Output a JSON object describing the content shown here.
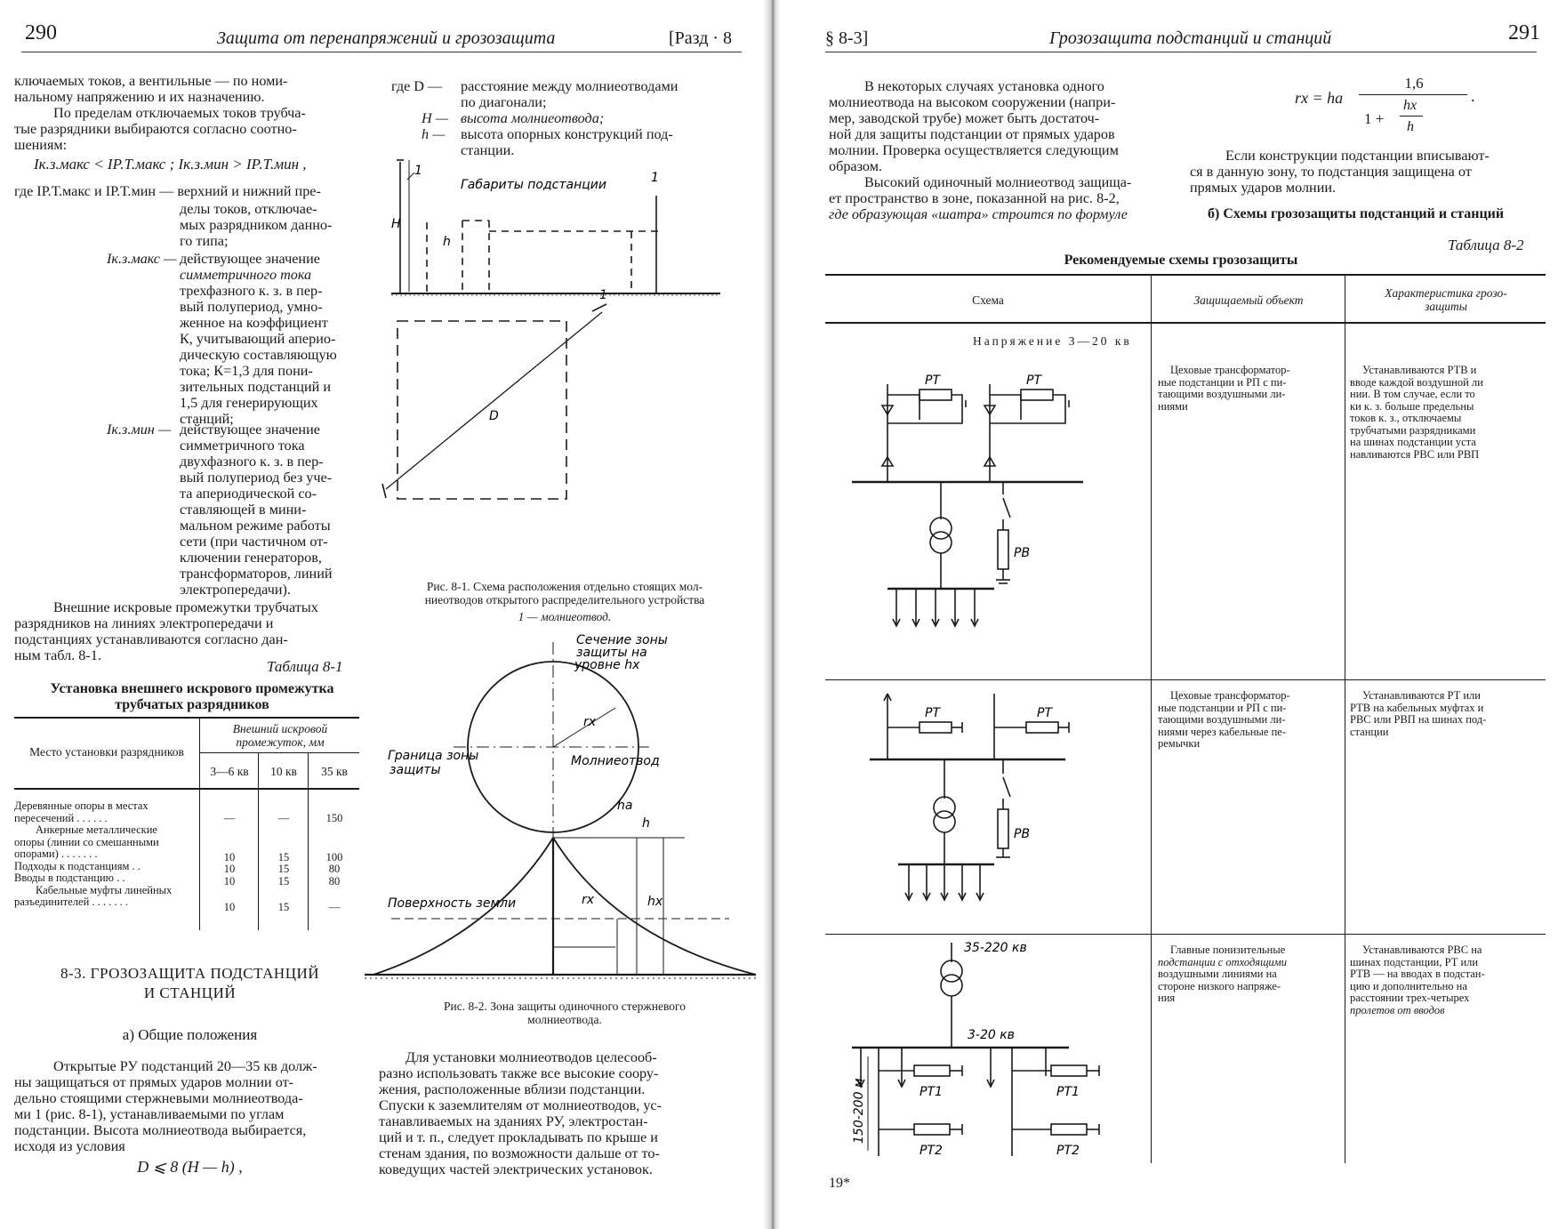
{
  "left": {
    "page_number": "290",
    "running_title": "Защита от перенапряжений и грозозащита",
    "section_tag": "[Разд · 8",
    "intro_lines": [
      "ключаемых токов, а вентильные — по номи-",
      "нальному напряжению и их назначению."
    ],
    "para1": [
      "По пределам отключаемых токов трубча-",
      "тые разрядники выбираются согласно соотно-",
      "шениям:"
    ],
    "formula1": "Iк.з.макс < IР.Т.макс ;   Iк.з.мин > IР.Т.мин ,",
    "where1_head": "где IР.Т.макс и IР.Т.мин — верхний и нижний пре-",
    "where1_lines": [
      "делы токов, отключае-",
      "мых разрядником данно-",
      "го типа;"
    ],
    "def_kz_max_label": "Iк.з.макс —",
    "def_kz_max_lines": [
      "действующее значение",
      "симметричного тока",
      "трехфазного к. з. в пер-",
      "вый полупериод, умно-",
      "женное на коэффициент",
      "К, учитывающий аперио-",
      "дическую составляющую",
      "тока; К=1,3 для пони-",
      "зительных подстанций и",
      "1,5 для генерирующих",
      "станций;"
    ],
    "def_kz_min_label": "Iк.з.мин —",
    "def_kz_min_lines": [
      "действующее значение",
      "симметричного тока",
      "двухфазного к. з. в пер-",
      "вый полупериод без уче-",
      "та апериодической со-",
      "ставляющей в мини-",
      "мальном режиме работы",
      "сети (при частичном от-",
      "ключении генераторов,",
      "трансформаторов, линий",
      "электропередачи)."
    ],
    "para2": [
      "Внешние искровые промежутки трубчатых",
      "разрядников на линиях электропередачи и",
      "подстанциях устанавливаются согласно дан-",
      "ным табл. 8-1."
    ],
    "table1": {
      "label": "Таблица 8-1",
      "title_lines": [
        "Установка внешнего искрового промежутка",
        "трубчатых разрядников"
      ],
      "col_place": "Место установки разрядников",
      "col_group": "Внешний искровой промежуток, мм",
      "cols": [
        "3—6 кв",
        "10 кв",
        "35 кв"
      ],
      "rows": [
        {
          "place": [
            "Деревянные опоры в местах",
            "пересечений . . . . . ."
          ],
          "v": [
            "—",
            "—",
            "150"
          ]
        },
        {
          "place": [
            "Анкерные металлические",
            "опоры (линии со смешанными",
            "опорами) . . . . . . ."
          ],
          "v": [
            "10",
            "15",
            "100"
          ]
        },
        {
          "place": [
            "Подходы к подстанциям . ."
          ],
          "v": [
            "10",
            "15",
            "80"
          ]
        },
        {
          "place": [
            "Вводы в подстанцию . ."
          ],
          "v": [
            "10",
            "15",
            "80"
          ]
        },
        {
          "place": [
            "Кабельные муфты линейных",
            "разъединителей . . . . . . ."
          ],
          "v": [
            "10",
            "15",
            "—"
          ]
        }
      ]
    },
    "section_heading": [
      "8-3. ГРОЗОЗАЩИТА ПОДСТАНЦИЙ",
      "И СТАНЦИЙ"
    ],
    "subheading": "а) Общие положения",
    "para3": [
      "Открытые РУ подстанций 20—35 кв долж-",
      "ны защищаться от прямых ударов молнии от-",
      "дельно стоящими стержневыми молниеотвода-",
      "ми 1 (рис. 8-1), устанавливаемыми по углам",
      "подстанции. Высота молниеотвода выбирается,",
      "исходя из условия"
    ],
    "formula2": "D ⩽ 8 (H — h) ,",
    "col2_where_head": "где D —",
    "col2_defs": [
      {
        "sym": "где D —",
        "text": [
          "расстояние между молниеотводами",
          "по диагонали;"
        ]
      },
      {
        "sym": "H —",
        "text": [
          "высота молниеотвода;"
        ]
      },
      {
        "sym": "h —",
        "text": [
          "высота опорных конструкций под-",
          "станции."
        ]
      }
    ],
    "fig1": {
      "label_gabarity": "Габариты подстанции",
      "label_1": "1",
      "label_H": "H",
      "label_h": "h",
      "label_D": "D",
      "caption": [
        "Рис. 8-1. Схема расположения отдельно стоящих мол-",
        "ниеотводов открытого распределительного устройства",
        "1 — молниеотвод."
      ]
    },
    "fig2": {
      "label_section": [
        "Сечение зоны",
        "защиты на",
        "уровне hx"
      ],
      "label_rx_top": "rx",
      "label_granica": [
        "Граница зоны",
        "защиты"
      ],
      "label_molnieotvod": "Молниеотвод",
      "label_ha": "ha",
      "label_h": "h",
      "label_hx": "hx",
      "label_rx": "rx",
      "label_poverhnost": "Поверхность земли",
      "caption": [
        "Рис. 8-2. Зона защиты одиночного стержневого",
        "молниеотвода."
      ]
    },
    "para4": [
      "Для установки молниеотводов целесооб-",
      "разно использовать также все высокие соору-",
      "жения, расположенные вблизи подстанции.",
      "Спуски к заземлителям от молниеотводов, ус-",
      "танавливаемых на зданиях РУ, электростан-",
      "ций и т. п., следует прокладывать по крыше и",
      "стенам здания, по возможности дальше от то-",
      "коведущих частей электрических установок."
    ]
  },
  "right": {
    "page_number": "291",
    "section_tag": "§ 8-3]",
    "running_title": "Грозозащита подстанций и станций",
    "para1": [
      "В некоторых случаях установка одного",
      "молниеотвода на высоком сооружении (напри-",
      "мер, заводской трубе) может быть достаточ-",
      "ной для защиты подстанции от прямых ударов",
      "молнии. Проверка осуществляется следующим",
      "образом."
    ],
    "para2": [
      "Высокий одиночный молниеотвод защища-",
      "ет пространство в зоне, показанной на рис. 8-2,",
      "где образующая «шатра» строится по формуле"
    ],
    "formula": {
      "lhs": "rx = ha",
      "num": "1,6",
      "den_a": "1 +",
      "den_num": "hx",
      "den_den": "h",
      "tail": "."
    },
    "para3": [
      "Если конструкции подстанции вписывают-",
      "ся в данную зону, то подстанция защищена от",
      "прямых ударов молнии."
    ],
    "subheading": "б) Схемы грозозащиты подстанций и станций",
    "table2": {
      "label": "Таблица 8-2",
      "title": "Рекомендуемые схемы грозозащиты",
      "col_scheme": "Схема",
      "col_object": "Защищаемый объект",
      "col_char": [
        "Характеристика грозо-",
        "защиты"
      ],
      "voltage_row": "Напряжение 3—20 кв",
      "rows": [
        {
          "object": [
            "Цеховые трансформатор-",
            "ные подстанции и РП с пи-",
            "тающими воздушными ли-",
            "ниями"
          ],
          "char": [
            "Устанавливаются РТВ и",
            "вводе каждой воздушной ли",
            "нии. В том случае, если то",
            "ки к. з. больше предельны",
            "токов к. з., отключаемы",
            "трубчатыми разрядниками",
            "на шинах подстанции уста",
            "навливаются РВС или РВП"
          ],
          "labels": [
            "РТ",
            "РТ",
            "РВ"
          ]
        },
        {
          "object": [
            "Цеховые трансформатор-",
            "ные подстанции и РП с пи-",
            "тающими воздушными ли-",
            "ниями через кабельные пе-",
            "ремычки"
          ],
          "char": [
            "Устанавливаются РТ или",
            "РТВ на кабельных муфтах и",
            "РВС или РВП на шинах под-",
            "станции"
          ],
          "labels": [
            "РТ",
            "РТ",
            "РВ"
          ]
        },
        {
          "object": [
            "Главные понизительные",
            "подстанции с отходящими",
            "воздушными линиями на",
            "стороне низкого напряже-",
            "ния"
          ],
          "char": [
            "Устанавливаются РВС на",
            "шинах подстанции, РТ или",
            "РТВ — на вводах в подстан-",
            "цию и дополнительно на",
            "расстоянии трех-четырех",
            "пролетов от вводов"
          ],
          "labels": [
            "35-220 кв",
            "3-20 кв",
            "150-200 м",
            "РТ1",
            "РТ1",
            "РТ2",
            "РТ2"
          ]
        }
      ]
    },
    "signature_mark": "19*"
  }
}
